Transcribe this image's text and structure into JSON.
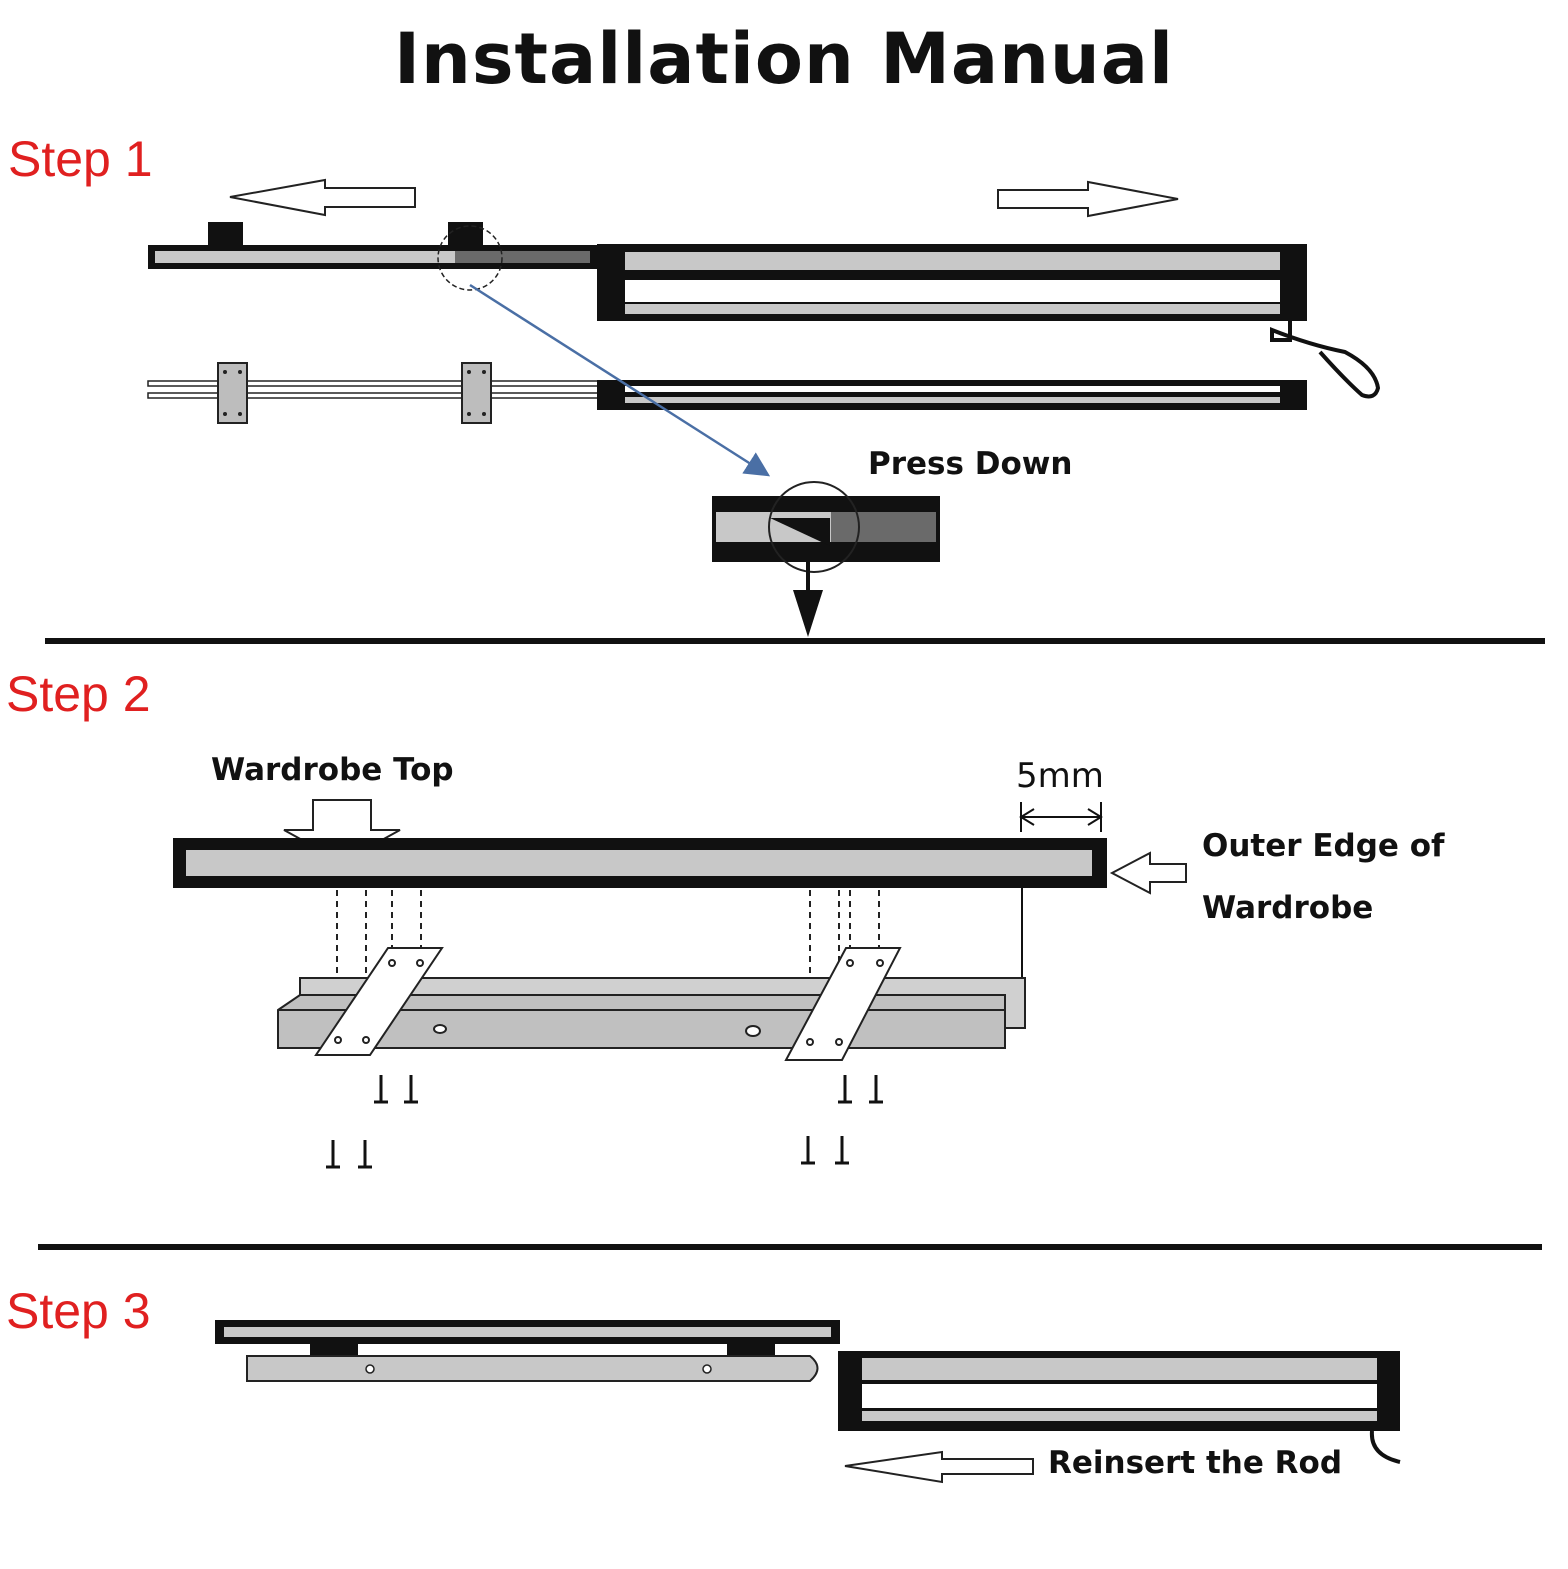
{
  "title": "Installation Manual",
  "steps": {
    "step1": "Step 1",
    "step2": "Step 2",
    "step3": "Step 3"
  },
  "labels": {
    "press_down": "Press Down",
    "wardrobe_top": "Wardrobe Top",
    "gap": "5mm",
    "outer_edge_line1": "Outer Edge of",
    "outer_edge_line2": "Wardrobe",
    "reinsert": "Reinsert the Rod"
  },
  "colors": {
    "step_label": "#e02020",
    "pointer_arrow": "#4a6fa5",
    "rail_frame": "#111111",
    "rail_fill": "#c8c8c8"
  }
}
